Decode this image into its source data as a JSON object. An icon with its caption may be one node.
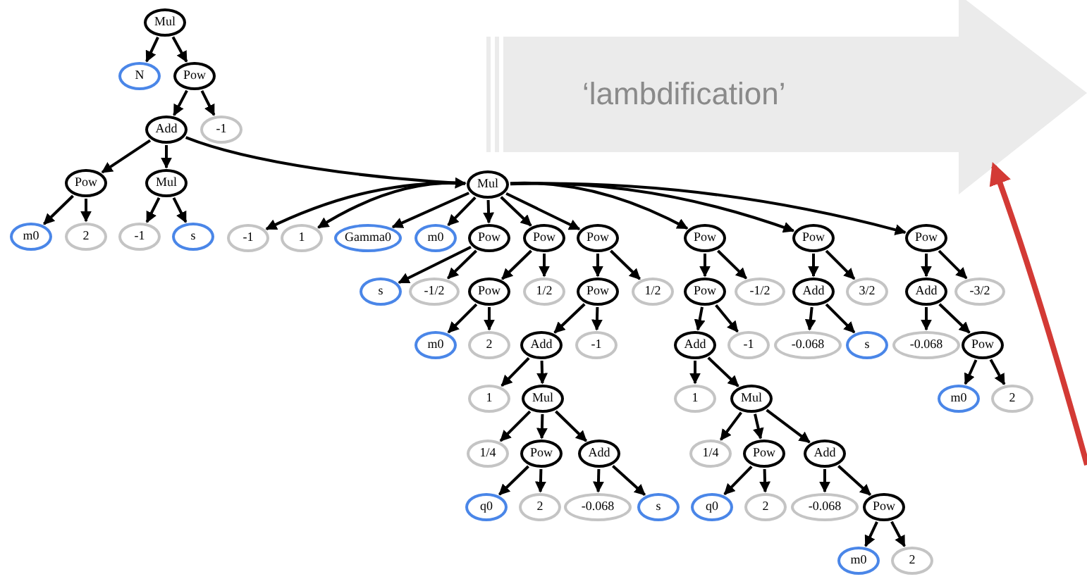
{
  "diagram": {
    "nodes": [
      {
        "text": [
          "Mul"
        ]
      },
      {
        "text": [
          "N"
        ]
      },
      {
        "text": [
          "Pow"
        ]
      },
      {
        "text": [
          "Add"
        ]
      },
      {
        "text": [
          "-1"
        ]
      },
      {
        "text": [
          "Pow"
        ]
      },
      {
        "text": [
          "Mul"
        ]
      },
      {
        "text": [
          "Mul"
        ]
      },
      {
        "text": [
          "m0"
        ]
      },
      {
        "text": [
          "2"
        ]
      },
      {
        "text": [
          "-1"
        ]
      },
      {
        "text": [
          "s"
        ]
      },
      {
        "text": [
          "-1"
        ]
      },
      {
        "text": [
          "1"
        ]
      },
      {
        "text": [
          "Gamma0"
        ]
      },
      {
        "text": [
          "m0"
        ]
      },
      {
        "text": [
          "Pow"
        ]
      },
      {
        "text": [
          "Pow"
        ]
      },
      {
        "text": [
          "Pow"
        ]
      },
      {
        "text": [
          "Pow"
        ]
      },
      {
        "text": [
          "Pow"
        ]
      },
      {
        "text": [
          "Pow"
        ]
      },
      {
        "text": [
          "s"
        ]
      },
      {
        "text": [
          "-1/2"
        ]
      },
      {
        "text": [
          "Pow"
        ]
      },
      {
        "text": [
          "1/2"
        ]
      },
      {
        "text": [
          "Pow"
        ]
      },
      {
        "text": [
          "1/2"
        ]
      },
      {
        "text": [
          "Pow"
        ]
      },
      {
        "text": [
          "-1/2"
        ]
      },
      {
        "text": [
          "Add"
        ]
      },
      {
        "text": [
          "3/2"
        ]
      },
      {
        "text": [
          "Add"
        ]
      },
      {
        "text": [
          "-3/2"
        ]
      },
      {
        "text": [
          "m0"
        ]
      },
      {
        "text": [
          "2"
        ]
      },
      {
        "text": [
          "Add"
        ]
      },
      {
        "text": [
          "-1"
        ]
      },
      {
        "text": [
          "Add"
        ]
      },
      {
        "text": [
          "-1"
        ]
      },
      {
        "text": [
          "-0.068"
        ]
      },
      {
        "text": [
          "s"
        ]
      },
      {
        "text": [
          "-0.068"
        ]
      },
      {
        "text": [
          "Pow"
        ]
      },
      {
        "text": [
          "1"
        ]
      },
      {
        "text": [
          "Mul"
        ]
      },
      {
        "text": [
          "1"
        ]
      },
      {
        "text": [
          "Mul"
        ]
      },
      {
        "text": [
          "m0"
        ]
      },
      {
        "text": [
          "2"
        ]
      },
      {
        "text": [
          "1/4"
        ]
      },
      {
        "text": [
          "Pow"
        ]
      },
      {
        "text": [
          "Add"
        ]
      },
      {
        "text": [
          "1/4"
        ]
      },
      {
        "text": [
          "Pow"
        ]
      },
      {
        "text": [
          "Add"
        ]
      },
      {
        "text": [
          "q0"
        ]
      },
      {
        "text": [
          "2"
        ]
      },
      {
        "text": [
          "-0.068"
        ]
      },
      {
        "text": [
          "s"
        ]
      },
      {
        "text": [
          "q0"
        ]
      },
      {
        "text": [
          "2"
        ]
      },
      {
        "text": [
          "-0.068"
        ]
      },
      {
        "text": [
          "Pow"
        ]
      },
      {
        "text": [
          "m0"
        ]
      },
      {
        "text": [
          "2"
        ]
      },
      {
        "text": [
          "‘lambdification’"
        ]
      }
    ],
    "edges": [
      {
        "from": 0,
        "to": 1,
        "arrow": "to"
      },
      {
        "from": 0,
        "to": 2,
        "arrow": "to"
      },
      {
        "from": 2,
        "to": 3,
        "arrow": "to"
      },
      {
        "from": 2,
        "to": 4,
        "arrow": "to"
      },
      {
        "from": 3,
        "to": 5,
        "arrow": "to"
      },
      {
        "from": 3,
        "to": 6,
        "arrow": "to"
      },
      {
        "from": 3,
        "to": 7,
        "arrow": "to"
      },
      {
        "from": 5,
        "to": 8,
        "arrow": "to"
      },
      {
        "from": 5,
        "to": 9,
        "arrow": "to"
      },
      {
        "from": 6,
        "to": 10,
        "arrow": "to"
      },
      {
        "from": 6,
        "to": 11,
        "arrow": "to"
      },
      {
        "from": 7,
        "to": 12,
        "arrow": "to"
      },
      {
        "from": 7,
        "to": 13,
        "arrow": "to"
      },
      {
        "from": 7,
        "to": 14,
        "arrow": "to"
      },
      {
        "from": 7,
        "to": 15,
        "arrow": "to"
      },
      {
        "from": 7,
        "to": 16,
        "arrow": "to"
      },
      {
        "from": 7,
        "to": 17,
        "arrow": "to"
      },
      {
        "from": 7,
        "to": 18,
        "arrow": "to"
      },
      {
        "from": 7,
        "to": 19,
        "arrow": "to"
      },
      {
        "from": 7,
        "to": 20,
        "arrow": "to"
      },
      {
        "from": 7,
        "to": 21,
        "arrow": "to"
      },
      {
        "from": 16,
        "to": 22,
        "arrow": "to"
      },
      {
        "from": 16,
        "to": 23,
        "arrow": "to"
      },
      {
        "from": 17,
        "to": 24,
        "arrow": "to"
      },
      {
        "from": 17,
        "to": 25,
        "arrow": "to"
      },
      {
        "from": 18,
        "to": 26,
        "arrow": "to"
      },
      {
        "from": 18,
        "to": 27,
        "arrow": "to"
      },
      {
        "from": 19,
        "to": 28,
        "arrow": "to"
      },
      {
        "from": 19,
        "to": 29,
        "arrow": "to"
      },
      {
        "from": 20,
        "to": 30,
        "arrow": "to"
      },
      {
        "from": 20,
        "to": 31,
        "arrow": "to"
      },
      {
        "from": 21,
        "to": 32,
        "arrow": "to"
      },
      {
        "from": 21,
        "to": 33,
        "arrow": "to"
      },
      {
        "from": 24,
        "to": 34,
        "arrow": "to"
      },
      {
        "from": 24,
        "to": 35,
        "arrow": "to"
      },
      {
        "from": 26,
        "to": 36,
        "arrow": "to"
      },
      {
        "from": 26,
        "to": 37,
        "arrow": "to"
      },
      {
        "from": 28,
        "to": 38,
        "arrow": "to"
      },
      {
        "from": 28,
        "to": 39,
        "arrow": "to"
      },
      {
        "from": 30,
        "to": 40,
        "arrow": "to"
      },
      {
        "from": 30,
        "to": 41,
        "arrow": "to"
      },
      {
        "from": 32,
        "to": 42,
        "arrow": "to"
      },
      {
        "from": 32,
        "to": 43,
        "arrow": "to"
      },
      {
        "from": 36,
        "to": 44,
        "arrow": "to"
      },
      {
        "from": 36,
        "to": 45,
        "arrow": "to"
      },
      {
        "from": 38,
        "to": 46,
        "arrow": "to"
      },
      {
        "from": 38,
        "to": 47,
        "arrow": "to"
      },
      {
        "from": 43,
        "to": 48,
        "arrow": "to"
      },
      {
        "from": 43,
        "to": 49,
        "arrow": "to"
      },
      {
        "from": 45,
        "to": 50,
        "arrow": "to"
      },
      {
        "from": 45,
        "to": 51,
        "arrow": "to"
      },
      {
        "from": 45,
        "to": 52,
        "arrow": "to"
      },
      {
        "from": 47,
        "to": 53,
        "arrow": "to"
      },
      {
        "from": 47,
        "to": 54,
        "arrow": "to"
      },
      {
        "from": 47,
        "to": 55,
        "arrow": "to"
      },
      {
        "from": 51,
        "to": 56,
        "arrow": "to"
      },
      {
        "from": 51,
        "to": 57,
        "arrow": "to"
      },
      {
        "from": 52,
        "to": 58,
        "arrow": "to"
      },
      {
        "from": 52,
        "to": 59,
        "arrow": "to"
      },
      {
        "from": 54,
        "to": 60,
        "arrow": "to"
      },
      {
        "from": 54,
        "to": 61,
        "arrow": "to"
      },
      {
        "from": 55,
        "to": 62,
        "arrow": "to"
      },
      {
        "from": 55,
        "to": 63,
        "arrow": "to"
      },
      {
        "from": 63,
        "to": 64,
        "arrow": "to"
      },
      {
        "from": 63,
        "to": 65,
        "arrow": "to"
      },
      {
        "from": null,
        "to": 66,
        "arrow": "to",
        "style": "thick",
        "color": "#d33a35"
      }
    ]
  }
}
